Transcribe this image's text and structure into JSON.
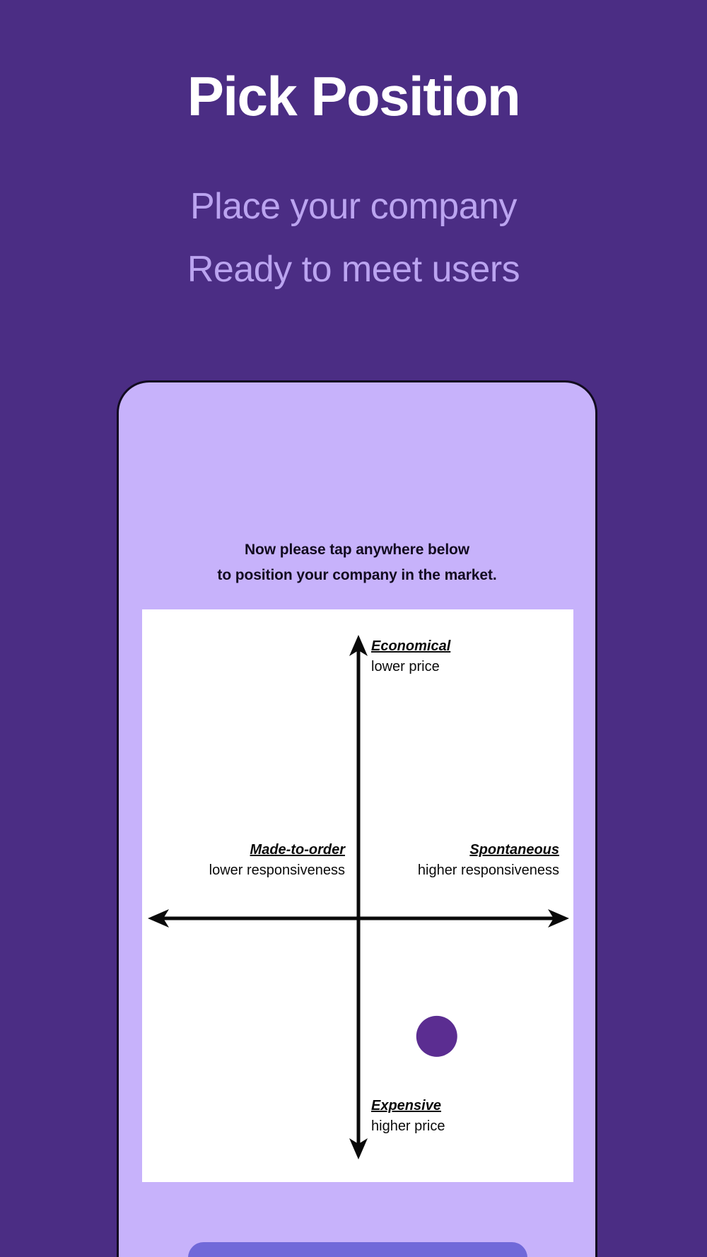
{
  "theme": {
    "background": "#4B2D84",
    "headline_color": "#FFFFFF",
    "subhead_color": "#BBA4F0",
    "phone_bg": "#C7B2FB",
    "panel_bg": "#FFFFFF",
    "axis_color": "#0A0A0A",
    "marker_color": "#5B2D91",
    "cta_color": "#7069D9"
  },
  "header": {
    "title": "Pick Position",
    "subtitle_line1": "Place your company",
    "subtitle_line2": "Ready to meet users"
  },
  "phone": {
    "instruction_line1": "Now please tap anywhere below",
    "instruction_line2": "to position your company in the market."
  },
  "chart_data": {
    "type": "scatter",
    "title": "",
    "subtitle": "",
    "xlabel": "responsiveness",
    "ylabel": "price",
    "grid": false,
    "legend": null,
    "xlim": [
      -1,
      1
    ],
    "ylim": [
      -1,
      1
    ],
    "axes": {
      "top": {
        "title": "Economical",
        "subtitle": "lower price"
      },
      "bottom": {
        "title": "Expensive",
        "subtitle": "higher price"
      },
      "left": {
        "title": "Made-to-order",
        "subtitle": "lower responsiveness"
      },
      "right": {
        "title": "Spontaneous",
        "subtitle": "higher responsiveness"
      }
    },
    "points": [
      {
        "name": "your-company",
        "x": 0.39,
        "y": -0.47,
        "color": "#5B2D91",
        "radius": 29
      }
    ],
    "annotations": []
  },
  "cta": {
    "label": ""
  }
}
